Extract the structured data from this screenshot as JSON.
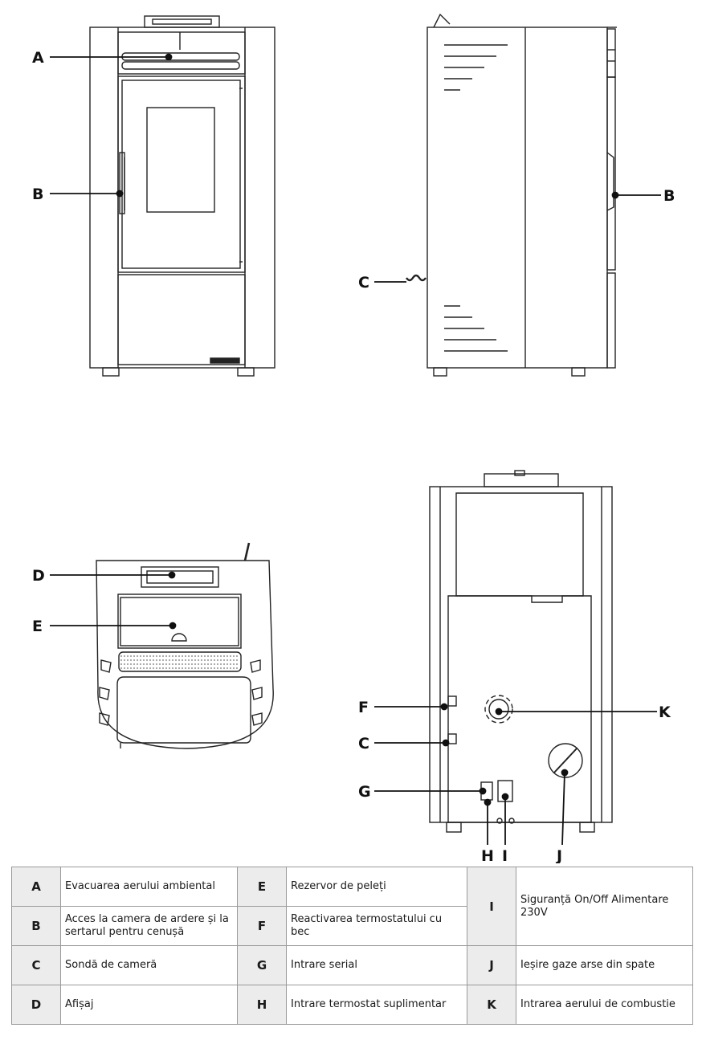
{
  "callouts": {
    "A": "A",
    "B": "B",
    "C": "C",
    "D": "D",
    "E": "E",
    "F": "F",
    "G": "G",
    "H": "H",
    "I": "I",
    "J": "J",
    "K": "K"
  },
  "legend": {
    "A": "Evacuarea aerului ambiental",
    "B": "Acces la camera de ardere și la sertarul pentru cenușă",
    "C": "Sondă de cameră",
    "D": "Afișaj",
    "E": "Rezervor de peleți",
    "F": "Reactivarea termostatului cu bec",
    "G": "Intrare serial",
    "H": "Intrare termostat suplimentar",
    "I": "Siguranță On/Off Alimentare 230V",
    "J": "Ieșire gaze arse din spate",
    "K": "Intrarea aerului de combustie"
  }
}
